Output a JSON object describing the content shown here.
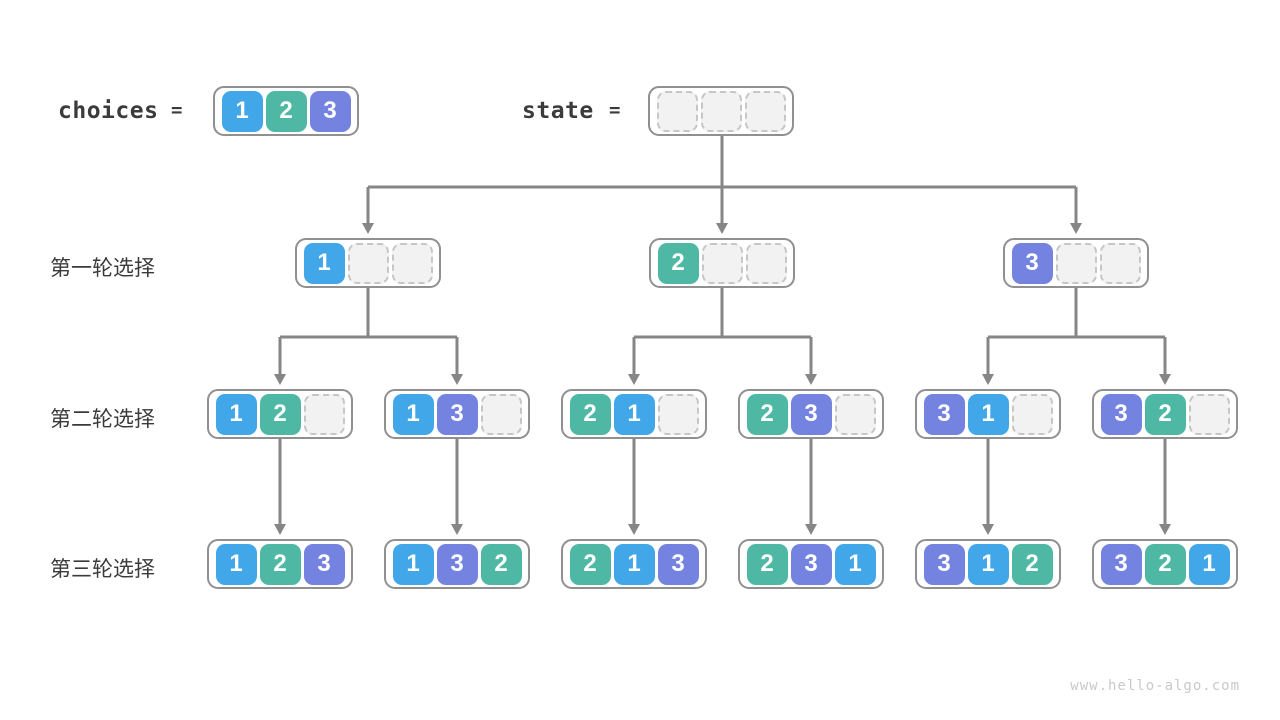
{
  "header": {
    "choices_label": "choices",
    "choices_equals": "=",
    "choices_cells": [
      "1",
      "2",
      "3"
    ],
    "state_label": "state",
    "state_equals": "=",
    "state_cells": [
      "",
      "",
      ""
    ]
  },
  "rows": [
    {
      "label": "第一轮选择",
      "boxes": [
        [
          "1",
          "",
          ""
        ],
        [
          "2",
          "",
          ""
        ],
        [
          "3",
          "",
          ""
        ]
      ]
    },
    {
      "label": "第二轮选择",
      "boxes": [
        [
          "1",
          "2",
          ""
        ],
        [
          "1",
          "3",
          ""
        ],
        [
          "2",
          "1",
          ""
        ],
        [
          "2",
          "3",
          ""
        ],
        [
          "3",
          "1",
          ""
        ],
        [
          "3",
          "2",
          ""
        ]
      ]
    },
    {
      "label": "第三轮选择",
      "boxes": [
        [
          "1",
          "2",
          "3"
        ],
        [
          "1",
          "3",
          "2"
        ],
        [
          "2",
          "1",
          "3"
        ],
        [
          "2",
          "3",
          "1"
        ],
        [
          "3",
          "1",
          "2"
        ],
        [
          "3",
          "2",
          "1"
        ]
      ]
    }
  ],
  "colors": {
    "value1": "#42a7e8",
    "value2": "#4fb8a5",
    "value3": "#7483df",
    "arrow": "#868686",
    "box_border": "#909090",
    "empty_fill": "#f2f2f2",
    "empty_border": "#c6c6c6",
    "label_text": "#3b3b3b",
    "footer_text": "#c9c9c9"
  },
  "footer": {
    "watermark": "www.hello-algo.com"
  }
}
